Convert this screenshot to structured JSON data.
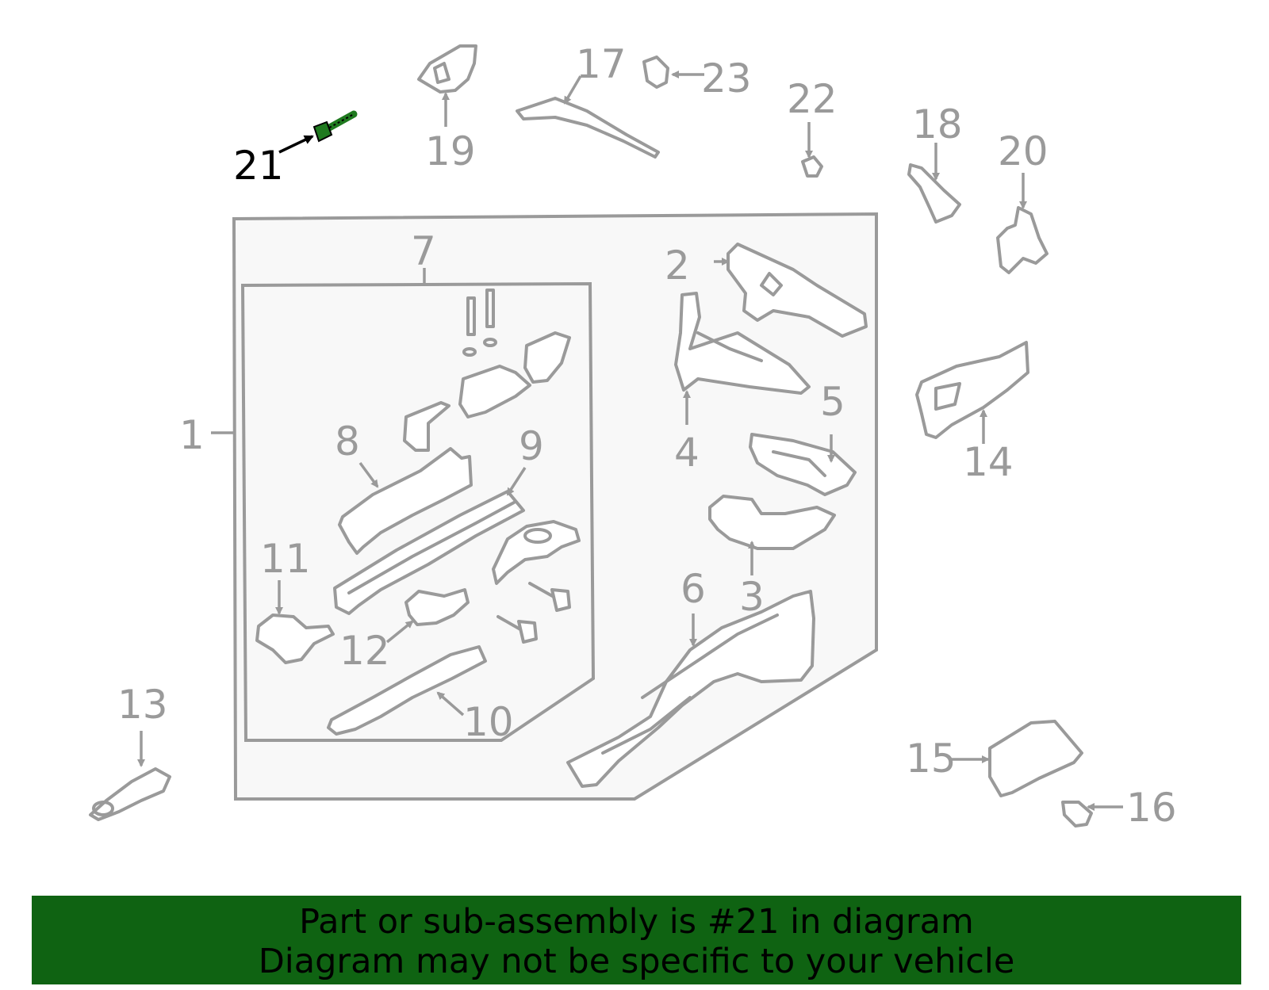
{
  "diagram": {
    "highlighted_part": "21",
    "callouts": [
      "1",
      "2",
      "3",
      "4",
      "5",
      "6",
      "7",
      "8",
      "9",
      "10",
      "11",
      "12",
      "13",
      "14",
      "15",
      "16",
      "17",
      "18",
      "19",
      "20",
      "21",
      "22",
      "23"
    ],
    "colors": {
      "line": "#9a9a9a",
      "highlight": "#000000",
      "bolt": "#1f7a1f",
      "banner": "#0f6312"
    }
  },
  "banner": {
    "line1": "Part or sub-assembly is #21 in diagram",
    "line2": "Diagram may not be specific to your vehicle"
  }
}
